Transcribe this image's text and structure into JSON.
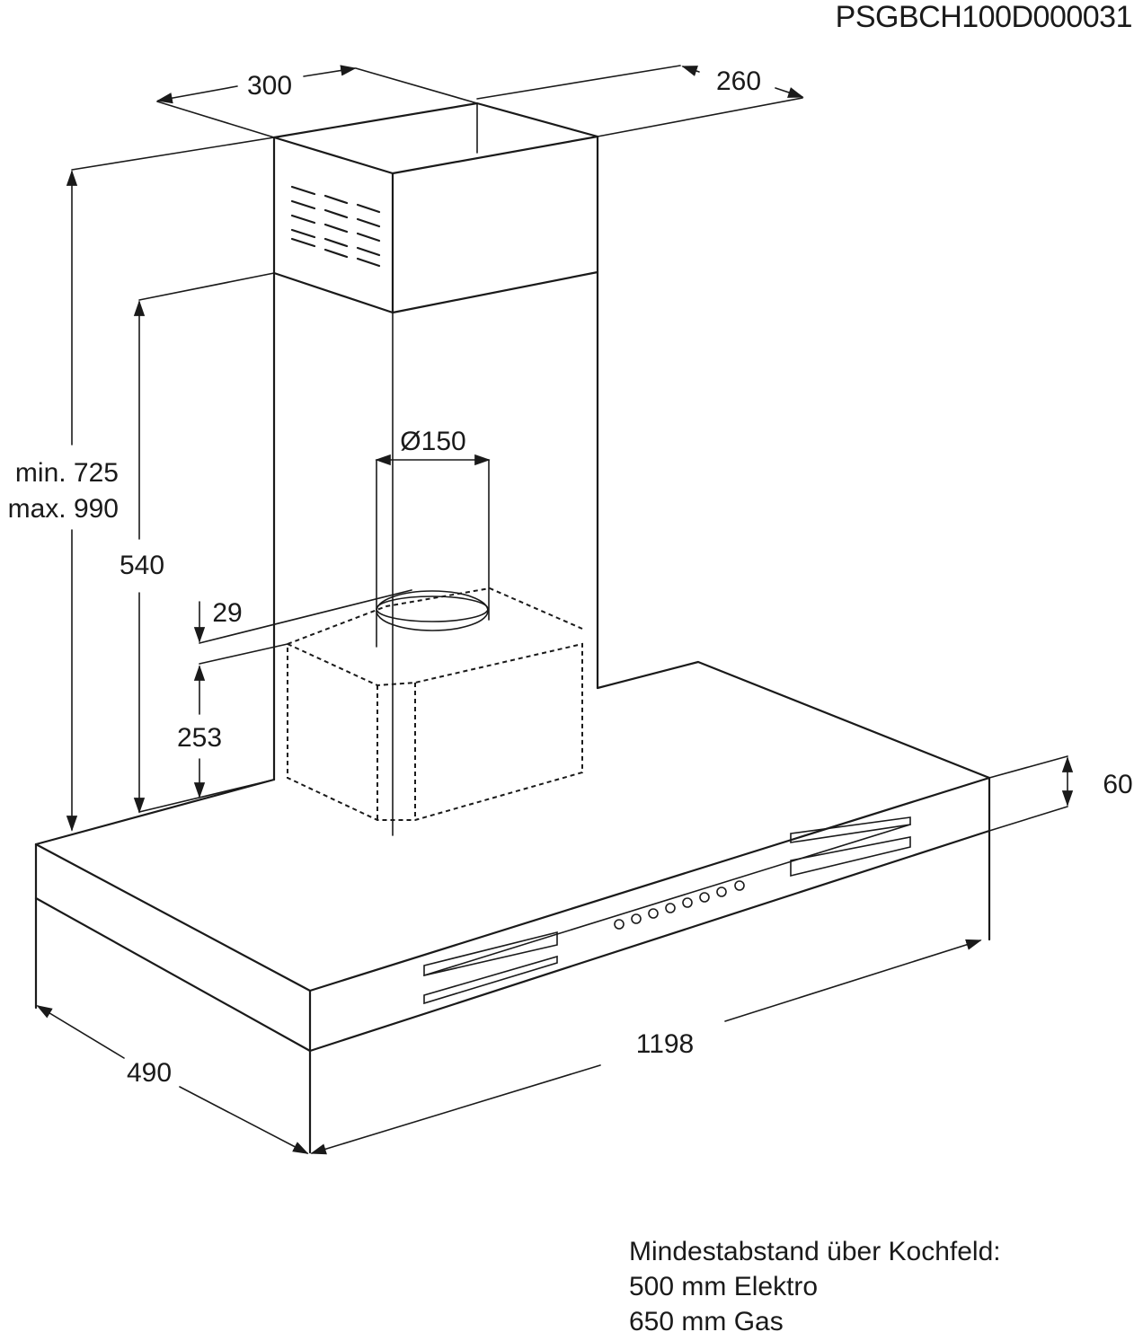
{
  "document_id": "PSGBCH100D000031",
  "dimensions": {
    "chimney_width": "300",
    "chimney_depth": "260",
    "total_height_min": "min. 725",
    "total_height_max": "max. 990",
    "lower_chimney_height": "540",
    "duct_diameter": "Ø150",
    "motor_offset": "29",
    "motor_height": "253",
    "hood_thickness": "60",
    "hood_width": "1198",
    "hood_depth": "490"
  },
  "notes": {
    "heading": "Mindestabstand über Kochfeld:",
    "line_electric": "500 mm Elektro",
    "line_gas": "650 mm Gas"
  }
}
